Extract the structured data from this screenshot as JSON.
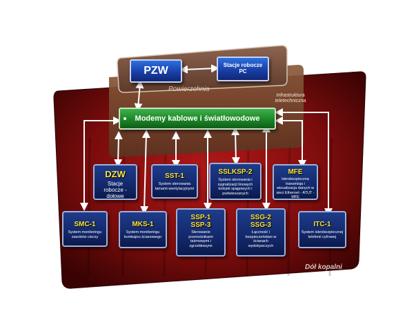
{
  "zones": {
    "surface": "Powierzchnia",
    "infra": "Infrastruktura teletechniczna",
    "bottom": "Dół kopalni"
  },
  "modem": {
    "label": "Modemy kablowe i światłowodowe"
  },
  "top": {
    "pzw": {
      "title": "PZW"
    },
    "pc": {
      "title": "Stacje robocze PC"
    }
  },
  "middle": [
    {
      "title": "DZW",
      "sub": "Stacje robocze - dołowe"
    },
    {
      "title": "SST-1",
      "sub": "System sterowania tamami wentylacyjnymi"
    },
    {
      "title": "SSLKSP-2",
      "sub": "System sterowania i sygnalizacji linowych kolejek spągowych i podwieszanych"
    },
    {
      "title": "MFE",
      "sub": "Iskrobezpieczna transmisja i wizualizacja danych w sieci Ethernet - ATUT - MFE"
    }
  ],
  "bottom": [
    {
      "title": "SMC-1",
      "sub": "System monitoringu zasobów cieczy"
    },
    {
      "title": "MKS-1",
      "sub": "System monitoringu kombajnu ścianowego"
    },
    {
      "title": "SSP-1",
      "title2": "SSP-3",
      "sub": "Sterowanie przenośnikami taśmowymi i zgrzebłowymi"
    },
    {
      "title": "SSG-2",
      "title2": "SSG-3",
      "sub": "Łączność i bezpieczeństwo w ścianach wydobywczych"
    },
    {
      "title": "ITC-1",
      "sub": "System iskrobezpiecznej telefonii cyfrowej"
    }
  ]
}
